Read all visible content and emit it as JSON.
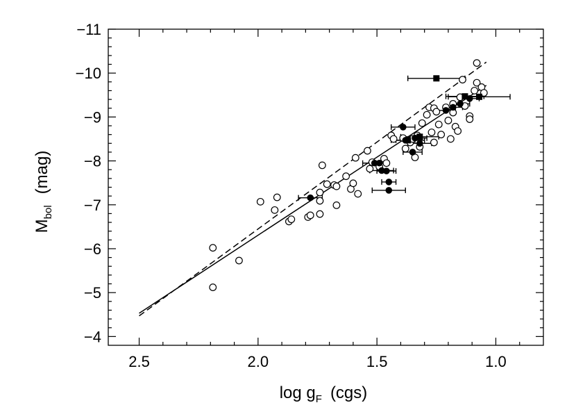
{
  "chart_data": {
    "type": "scatter",
    "title": "",
    "xlabel": {
      "main": "log g",
      "sub": "F",
      "unit": "(cgs)"
    },
    "ylabel": {
      "main": "M",
      "sub": "bol",
      "unit": "(mag)"
    },
    "xlim": [
      2.63,
      0.8
    ],
    "ylim": [
      -3.8,
      -11.0
    ],
    "x_ticks": [
      2.5,
      2.0,
      1.5,
      1.0
    ],
    "x_tick_labels": [
      "2.5",
      "2.0",
      "1.5",
      "1.0"
    ],
    "y_ticks": [
      -11,
      -10,
      -9,
      -8,
      -7,
      -6,
      -5,
      -4
    ],
    "y_tick_labels": [
      "−11",
      "−10",
      "−9",
      "−8",
      "−7",
      "−6",
      "−5",
      "−4"
    ],
    "grid": false,
    "legend": false,
    "series": [
      {
        "marker": "open-circle",
        "points": [
          [
            2.19,
            -6.02
          ],
          [
            2.19,
            -5.12
          ],
          [
            2.08,
            -5.73
          ],
          [
            1.99,
            -7.07
          ],
          [
            1.93,
            -6.88
          ],
          [
            1.92,
            -7.17
          ],
          [
            1.87,
            -6.62
          ],
          [
            1.86,
            -6.67
          ],
          [
            1.79,
            -6.72
          ],
          [
            1.78,
            -6.76
          ],
          [
            1.74,
            -6.79
          ],
          [
            1.74,
            -7.09
          ],
          [
            1.74,
            -7.28
          ],
          [
            1.73,
            -7.9
          ],
          [
            1.71,
            -7.47
          ],
          [
            1.68,
            -7.45
          ],
          [
            1.67,
            -6.99
          ],
          [
            1.67,
            -7.42
          ],
          [
            1.63,
            -7.65
          ],
          [
            1.61,
            -7.36
          ],
          [
            1.6,
            -7.49
          ],
          [
            1.59,
            -8.07
          ],
          [
            1.58,
            -7.25
          ],
          [
            1.54,
            -8.23
          ],
          [
            1.53,
            -7.82
          ],
          [
            1.52,
            -7.97
          ],
          [
            1.49,
            -7.87
          ],
          [
            1.47,
            -8.05
          ],
          [
            1.46,
            -7.95
          ],
          [
            1.44,
            -8.58
          ],
          [
            1.43,
            -8.5
          ],
          [
            1.39,
            -8.52
          ],
          [
            1.38,
            -8.28
          ],
          [
            1.36,
            -8.42
          ],
          [
            1.35,
            -8.5
          ],
          [
            1.34,
            -8.08
          ],
          [
            1.33,
            -8.58
          ],
          [
            1.32,
            -8.32
          ],
          [
            1.31,
            -8.86
          ],
          [
            1.29,
            -9.05
          ],
          [
            1.28,
            -9.22
          ],
          [
            1.27,
            -8.65
          ],
          [
            1.26,
            -9.2
          ],
          [
            1.26,
            -8.42
          ],
          [
            1.25,
            -9.12
          ],
          [
            1.24,
            -8.83
          ],
          [
            1.23,
            -8.6
          ],
          [
            1.21,
            -9.22
          ],
          [
            1.2,
            -8.92
          ],
          [
            1.19,
            -8.5
          ],
          [
            1.18,
            -9.3
          ],
          [
            1.18,
            -9.1
          ],
          [
            1.17,
            -8.78
          ],
          [
            1.16,
            -8.68
          ],
          [
            1.15,
            -9.45
          ],
          [
            1.14,
            -9.85
          ],
          [
            1.13,
            -9.25
          ],
          [
            1.11,
            -9.02
          ],
          [
            1.11,
            -8.95
          ],
          [
            1.09,
            -9.6
          ],
          [
            1.08,
            -9.78
          ],
          [
            1.08,
            -10.23
          ],
          [
            1.06,
            -9.68
          ],
          [
            1.05,
            -9.55
          ]
        ]
      },
      {
        "marker": "filled-circle",
        "points": [
          [
            1.78,
            -7.16,
            0.05
          ],
          [
            1.45,
            -7.33,
            0.07
          ],
          [
            1.45,
            -7.52,
            0.03
          ],
          [
            1.51,
            -7.95,
            0.05
          ],
          [
            1.49,
            -7.95,
            0.04
          ],
          [
            1.48,
            -7.78,
            0.05
          ],
          [
            1.46,
            -7.77,
            0.04
          ],
          [
            1.39,
            -8.77,
            0.05
          ],
          [
            1.38,
            -8.47,
            0.04
          ],
          [
            1.35,
            -8.2,
            0.04
          ],
          [
            1.34,
            -8.52,
            0.05
          ],
          [
            1.32,
            -8.4,
            0.05
          ],
          [
            1.21,
            -9.15,
            0.04
          ],
          [
            1.18,
            -9.22,
            0.04
          ],
          [
            1.15,
            -9.3,
            0.04
          ],
          [
            1.11,
            -9.42,
            0.04
          ]
        ]
      },
      {
        "marker": "filled-square",
        "points": [
          [
            1.25,
            -9.88,
            0.12
          ],
          [
            1.13,
            -9.47,
            0.08
          ],
          [
            1.07,
            -9.46,
            0.13
          ],
          [
            1.32,
            -8.55,
            0.08
          ],
          [
            1.37,
            -8.47,
            0.07
          ]
        ]
      }
    ],
    "fit_lines": [
      {
        "style": "solid",
        "points": [
          [
            2.5,
            -4.53
          ],
          [
            1.04,
            -9.72
          ]
        ]
      },
      {
        "style": "dashed",
        "points": [
          [
            2.5,
            -4.47
          ],
          [
            1.04,
            -10.25
          ]
        ]
      }
    ]
  }
}
